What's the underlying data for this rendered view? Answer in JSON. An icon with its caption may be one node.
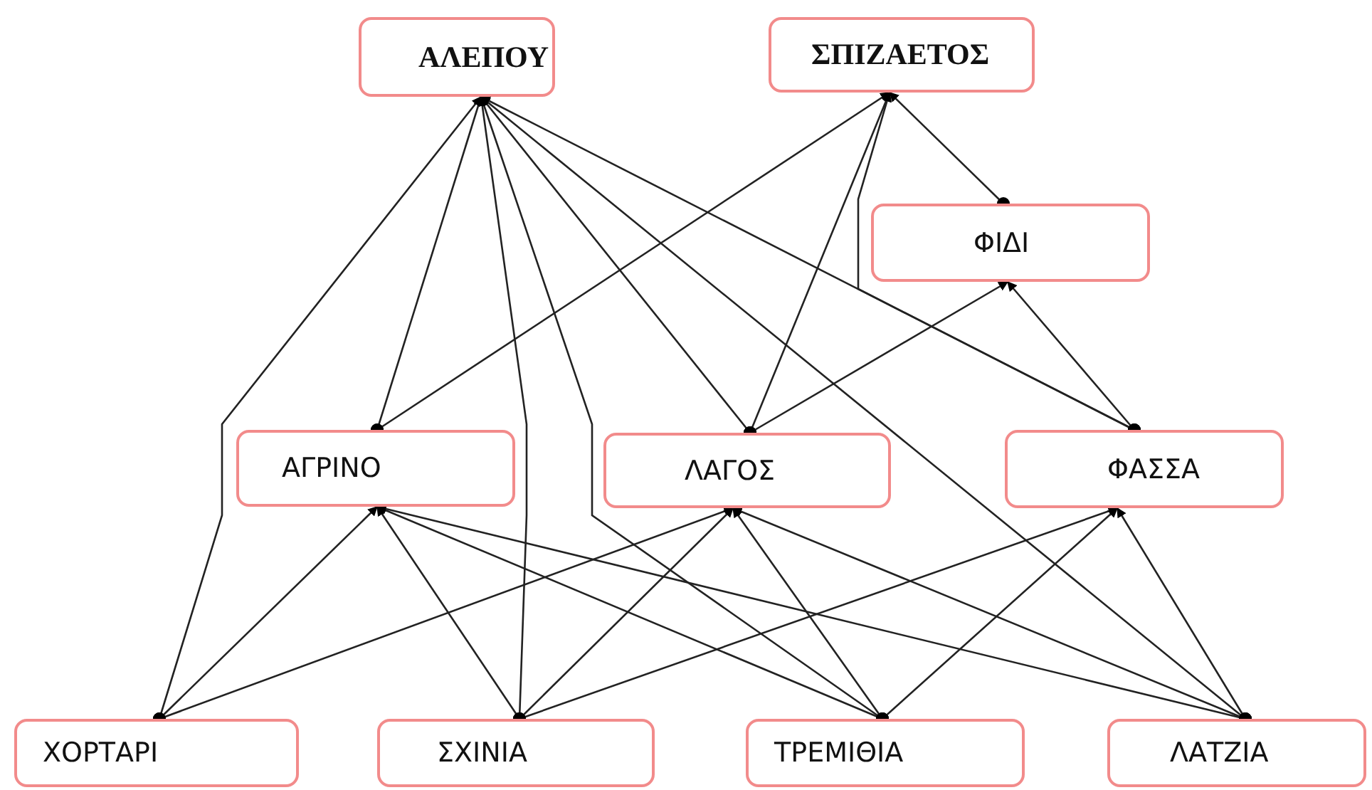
{
  "diagram": {
    "nodes": [
      {
        "text": [
          "ΑΛΕΠΟΥ"
        ]
      },
      {
        "text": [
          "ΣΠΙΖΑΕΤΟΣ"
        ]
      },
      {
        "text": [
          "ΦΙΔΙ"
        ]
      },
      {
        "text": [
          "ΑΓΡΙΝΟ"
        ]
      },
      {
        "text": [
          "ΛΑΓΟΣ"
        ]
      },
      {
        "text": [
          "ΦΑΣΣΑ"
        ]
      },
      {
        "text": [
          "ΧΟΡΤΑΡΙ"
        ]
      },
      {
        "text": [
          "ΣΧΙΝΙΑ"
        ]
      },
      {
        "text": [
          "ΤΡΕΜΙΘΙΑ"
        ]
      },
      {
        "text": [
          "ΛΑΤΖΙΑ"
        ]
      }
    ],
    "edges": [
      {
        "from": 6,
        "to": 0,
        "arrow": "to"
      },
      {
        "from": 3,
        "to": 0,
        "arrow": "to"
      },
      {
        "from": 7,
        "to": 0,
        "arrow": "to"
      },
      {
        "from": 8,
        "to": 0,
        "arrow": "to"
      },
      {
        "from": 4,
        "to": 0,
        "arrow": "to"
      },
      {
        "from": 9,
        "to": 0,
        "arrow": "to"
      },
      {
        "from": 5,
        "to": 0,
        "arrow": "to"
      },
      {
        "from": 3,
        "to": 1,
        "arrow": "to"
      },
      {
        "from": 4,
        "to": 1,
        "arrow": "to"
      },
      {
        "from": 5,
        "to": 1,
        "arrow": "to"
      },
      {
        "from": 2,
        "to": 1,
        "arrow": "to"
      },
      {
        "from": 4,
        "to": 2,
        "arrow": "to"
      },
      {
        "from": 5,
        "to": 2,
        "arrow": "to"
      },
      {
        "from": 6,
        "to": 3,
        "arrow": "to"
      },
      {
        "from": 6,
        "to": 4,
        "arrow": "to"
      },
      {
        "from": 7,
        "to": 3,
        "arrow": "to"
      },
      {
        "from": 7,
        "to": 4,
        "arrow": "to"
      },
      {
        "from": 7,
        "to": 5,
        "arrow": "to"
      },
      {
        "from": 8,
        "to": 3,
        "arrow": "to"
      },
      {
        "from": 8,
        "to": 4,
        "arrow": "to"
      },
      {
        "from": 8,
        "to": 5,
        "arrow": "to"
      },
      {
        "from": 9,
        "to": 3,
        "arrow": "to"
      },
      {
        "from": 9,
        "to": 4,
        "arrow": "to"
      },
      {
        "from": 9,
        "to": 5,
        "arrow": "to"
      }
    ]
  }
}
